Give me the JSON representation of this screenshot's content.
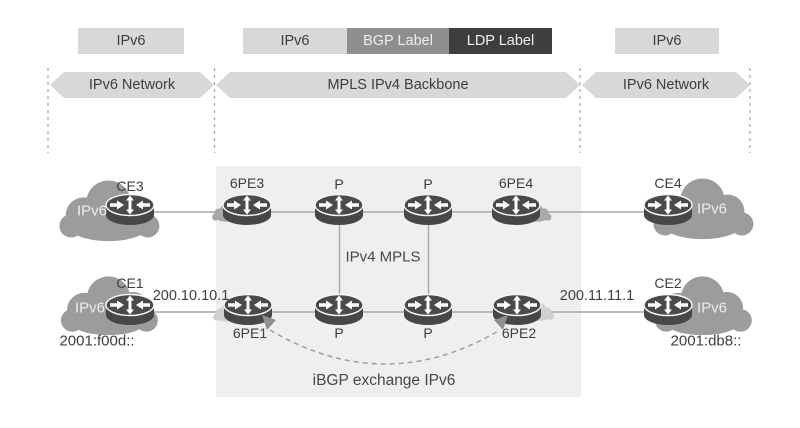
{
  "legend": {
    "ipv6_left": "IPv6",
    "ipv6_mid": "IPv6",
    "bgp": "BGP Label",
    "ldp": "LDP Label",
    "ipv6_right": "IPv6"
  },
  "bands": {
    "left": "IPv6 Network",
    "middle": "MPLS IPv4 Backbone",
    "right": "IPv6 Network"
  },
  "routers": {
    "ce3": "CE3",
    "pe3": "6PE3",
    "p1_top": "P",
    "p2_top": "P",
    "pe4": "6PE4",
    "ce4": "CE4",
    "ce1": "CE1",
    "pe1": "6PE1",
    "p1_bottom": "P",
    "p2_bottom": "P",
    "pe2": "6PE2",
    "ce2": "CE2"
  },
  "clouds": {
    "top_left": "IPv6",
    "top_right": "IPv6",
    "bottom_left": "IPv6",
    "bottom_right": "IPv6"
  },
  "addresses": {
    "bottom_left_prefix": "2001:f00d::",
    "bottom_right_prefix": "2001:db8::",
    "pe1_link_ip": "200.10.10.1",
    "pe2_link_ip": "200.11.11.1"
  },
  "annotations": {
    "core_label": "IPv4 MPLS",
    "ibgp_label": "iBGP exchange IPv6"
  },
  "colors": {
    "light_band": "#d8d8d8",
    "bgp_box": "#8f8f8f",
    "ldp_box": "#3e3e3e",
    "backbone_bg": "#efefef",
    "router_body": "#474747",
    "cloud": "#9c9c9c",
    "connector_cloud_top": "#a8a8a8",
    "connector_cloud_bottom": "#d0d0d0",
    "line": "#a6a6a6",
    "text": "#3e3e3e"
  }
}
